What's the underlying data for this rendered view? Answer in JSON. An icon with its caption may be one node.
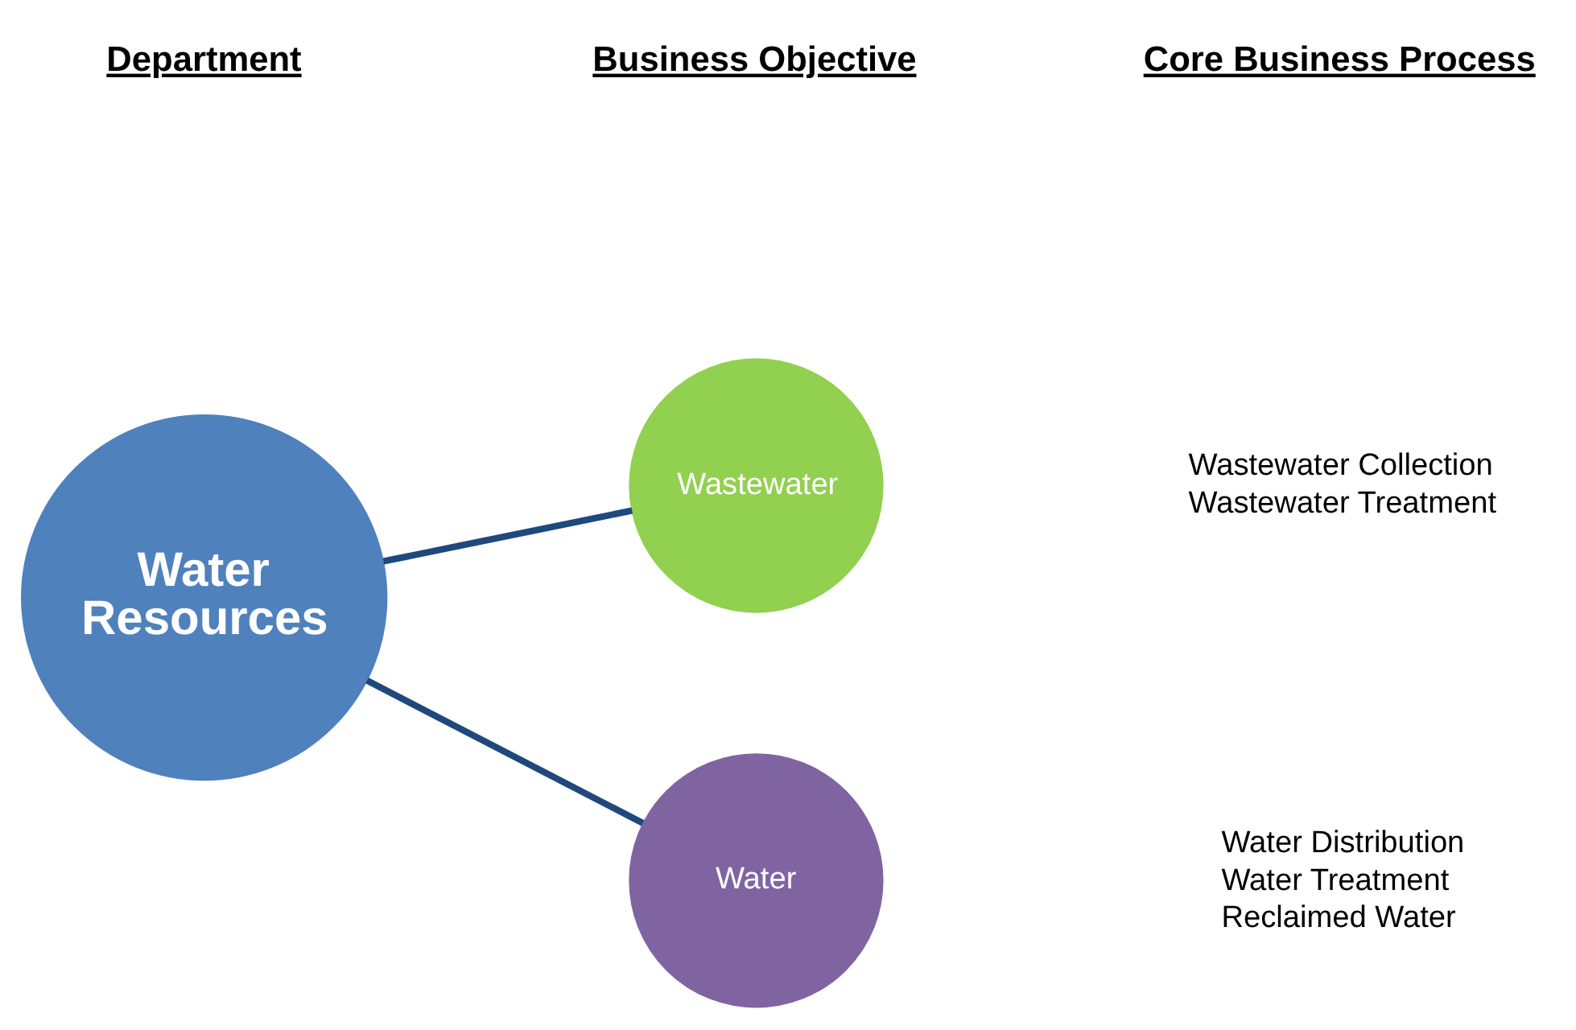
{
  "diagram": {
    "nodes": [
      {
        "text": [
          "Water Resources"
        ]
      },
      {
        "text": [
          "Wastewater"
        ],
        "beside": [
          "Wastewater Collection",
          "Wastewater Treatment"
        ]
      },
      {
        "text": [
          "Water"
        ],
        "beside": [
          "Water Distribution",
          "Water Treatment",
          "Reclaimed Water"
        ]
      }
    ],
    "edges": [
      {
        "from": 0,
        "to": 1,
        "arrow": "none"
      },
      {
        "from": 0,
        "to": 2,
        "arrow": "none"
      }
    ],
    "labels": [
      "Department",
      "Business Objective",
      "Core Business Process"
    ]
  }
}
